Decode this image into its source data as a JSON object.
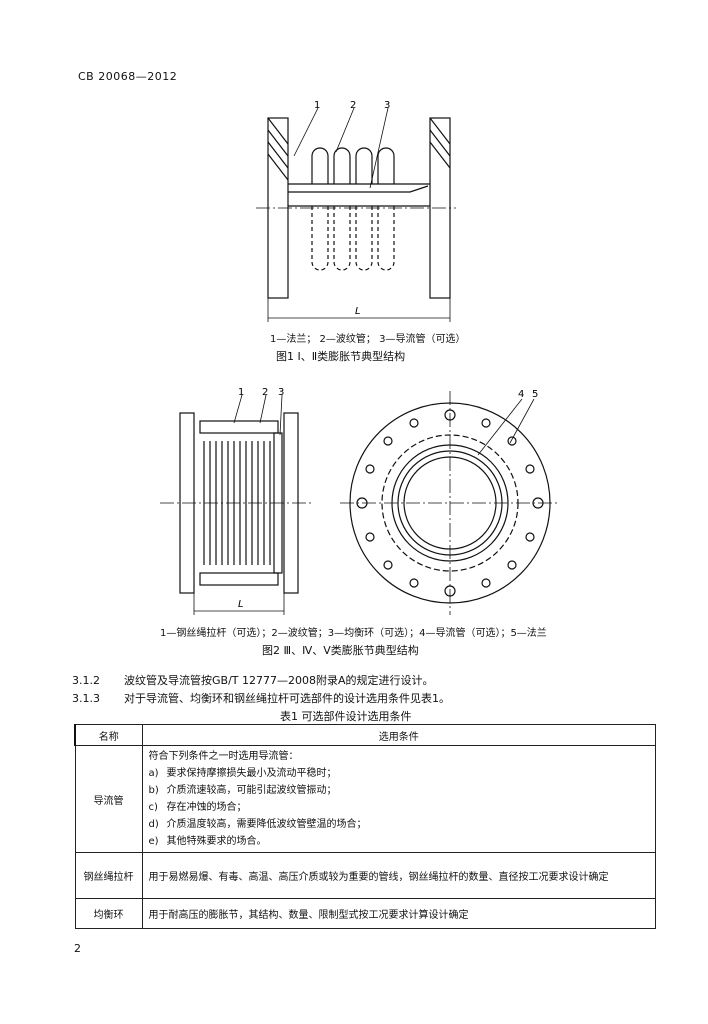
{
  "header": {
    "standard_no": "CB 20068—2012"
  },
  "figure1": {
    "callouts": [
      "1",
      "2",
      "3"
    ],
    "dim_label": "L",
    "legend": "1—法兰；  2—波纹管；  3—导流管（可选）",
    "caption": "图1   Ⅰ、Ⅱ类膨胀节典型结构"
  },
  "figure2": {
    "callouts": [
      "1",
      "2",
      "3",
      "4",
      "5"
    ],
    "dim_label": "L",
    "legend": "1—钢丝绳拉杆（可选）；2—波纹管；3—均衡环（可选）；4—导流管（可选）；5—法兰",
    "caption": "图2   Ⅲ、Ⅳ、Ⅴ类膨胀节典型结构"
  },
  "clauses": [
    {
      "num": "3.1.2",
      "text": "波纹管及导流管按GB/T 12777—2008附录A的规定进行设计。"
    },
    {
      "num": "3.1.3",
      "text": "对于导流管、均衡环和钢丝绳拉杆可选部件的设计选用条件见表1。"
    }
  ],
  "table": {
    "title": "表1   可选部件设计选用条件",
    "headers": [
      "名称",
      "选用条件"
    ],
    "rows": [
      {
        "name": "导流管",
        "intro": "符合下列条件之一时选用导流管：",
        "items": [
          {
            "mark": "a)",
            "text": "要求保持摩擦损失最小及流动平稳时；"
          },
          {
            "mark": "b)",
            "text": "介质流速较高，可能引起波纹管振动；"
          },
          {
            "mark": "c)",
            "text": "存在冲蚀的场合；"
          },
          {
            "mark": "d)",
            "text": "介质温度较高，需要降低波纹管壁温的场合；"
          },
          {
            "mark": "e)",
            "text": "其他特殊要求的场合。"
          }
        ]
      },
      {
        "name": "钢丝绳拉杆",
        "text": "用于易燃易爆、有毒、高温、高压介质或较为重要的管线，钢丝绳拉杆的数量、直径按工况要求设计确定"
      },
      {
        "name": "均衡环",
        "text": "用于耐高压的膨胀节，其结构、数量、限制型式按工况要求计算设计确定"
      }
    ]
  },
  "page_number": "2"
}
